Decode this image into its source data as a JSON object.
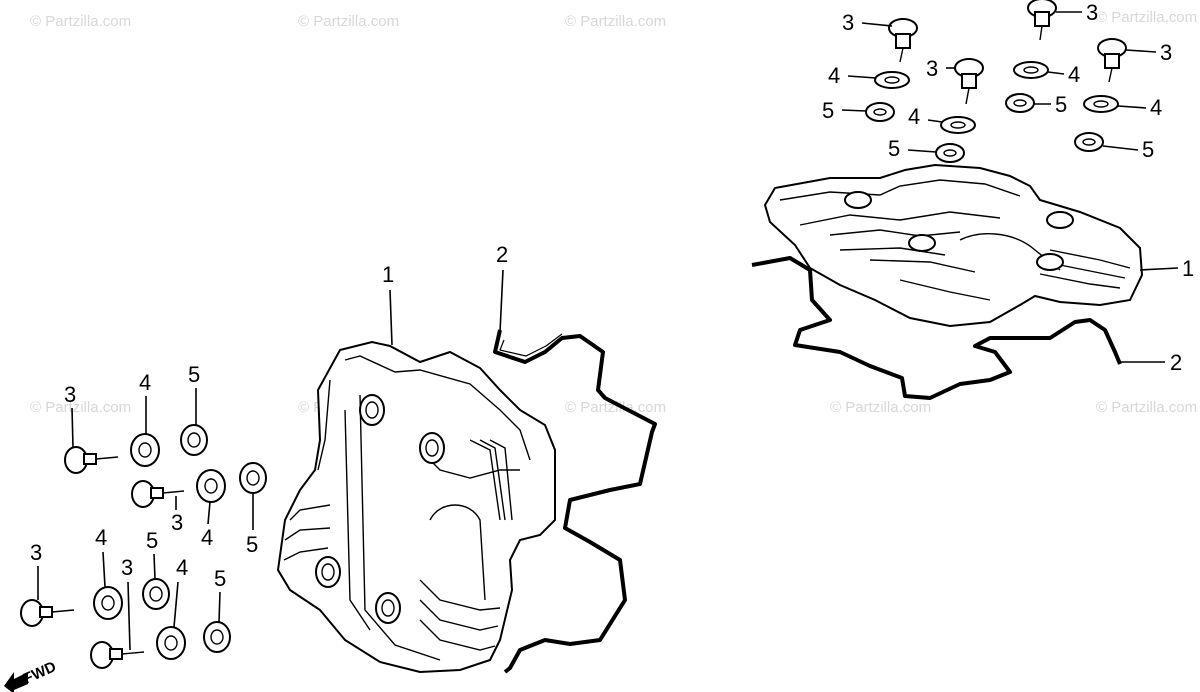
{
  "watermark": "© Partzilla.com",
  "fwd_label": "FWD",
  "callouts": {
    "c1": "1",
    "c2": "2",
    "c3": "3",
    "c4": "4",
    "c5": "5"
  }
}
